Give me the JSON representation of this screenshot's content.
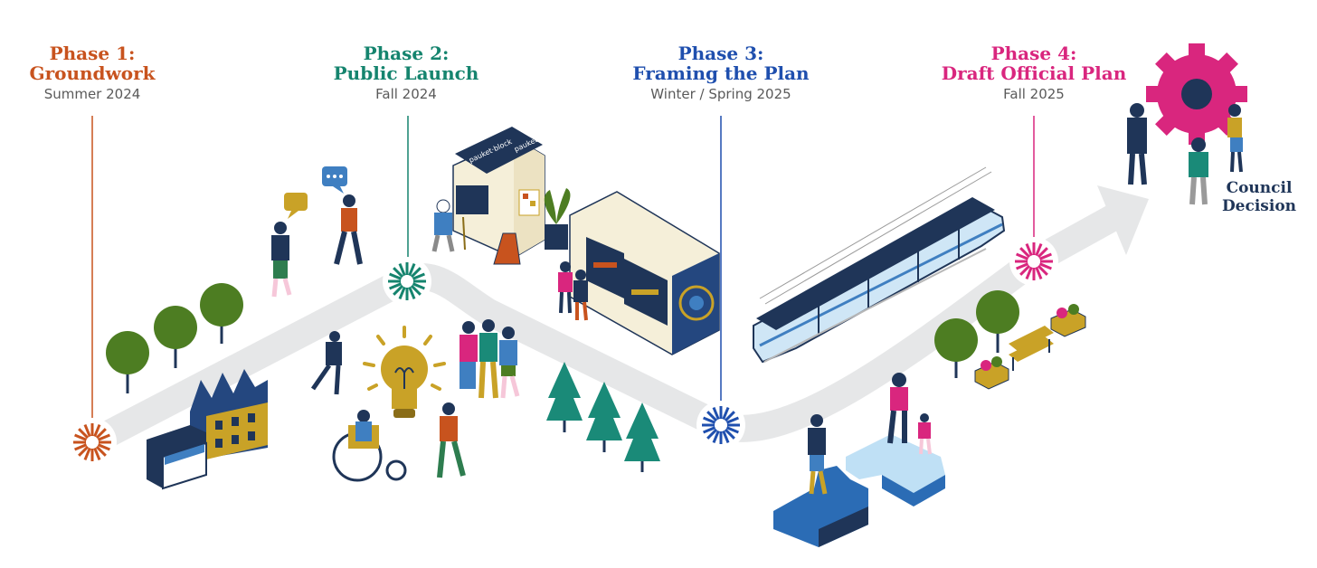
{
  "phases": [
    {
      "line1": "Phase 1:",
      "line2": "Groundwork",
      "date": "Summer 2024",
      "color": "#c8531e"
    },
    {
      "line1": "Phase 2:",
      "line2": "Public Launch",
      "date": "Fall 2024",
      "color": "#15846e"
    },
    {
      "line1": "Phase 3:",
      "line2": "Framing the Plan",
      "date": "Winter / Spring 2025",
      "color": "#1f4fae"
    },
    {
      "line1": "Phase 4:",
      "line2": "Draft Official Plan",
      "date": "Fall 2025",
      "color": "#d9267e"
    }
  ],
  "final_step": {
    "line1": "Council",
    "line2": "Decision",
    "color": "#1f3558"
  },
  "illustrations": {
    "pop_up_sign": "pauket·block"
  },
  "colors": {
    "path": "#e6e7e8",
    "tree": "#4d7d22",
    "pine": "#1a8a78",
    "navy": "#1f3558",
    "gold": "#c9a227",
    "magenta": "#d9267e"
  }
}
